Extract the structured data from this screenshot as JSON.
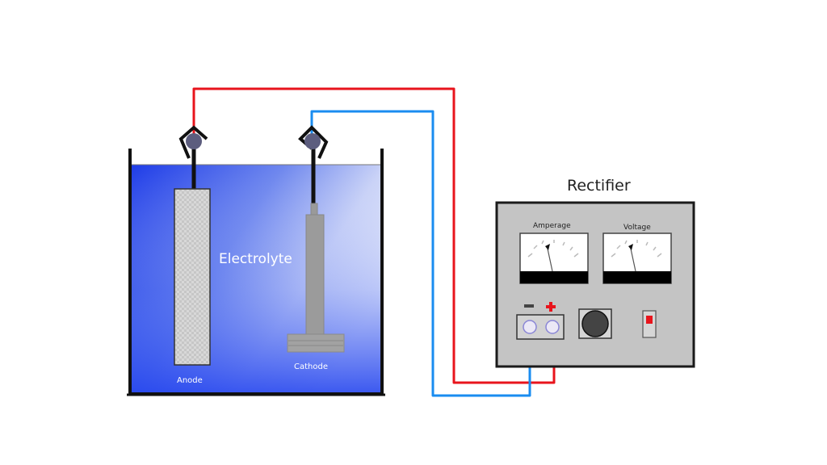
{
  "diagram": {
    "title": "Electroplating Setup",
    "tank": {
      "electrolyte_label": "Electrolyte",
      "anode_label": "Anode",
      "cathode_label": "Cathode"
    },
    "rectifier": {
      "label": "Rectifier",
      "meters": [
        {
          "label": "Amperage",
          "needle_position": 0.45
        },
        {
          "label": "Voltage",
          "needle_position": 0.42
        }
      ],
      "terminals": [
        {
          "name": "negative",
          "symbol": "minus"
        },
        {
          "name": "positive",
          "symbol": "plus"
        }
      ],
      "power_switch_state": "on"
    },
    "wires": [
      {
        "name": "positive-wire",
        "from": "positive terminal",
        "to": "anode",
        "color": "#e8141c"
      },
      {
        "name": "negative-wire",
        "from": "negative terminal",
        "to": "cathode",
        "color": "#1a8cf0"
      }
    ],
    "colors": {
      "electrolyte_dark": "#1f3de6",
      "electrolyte_light": "#d6ddf8",
      "panel": "#c4c4c4",
      "positive": "#e8141c",
      "negative": "#1a8cf0"
    }
  }
}
